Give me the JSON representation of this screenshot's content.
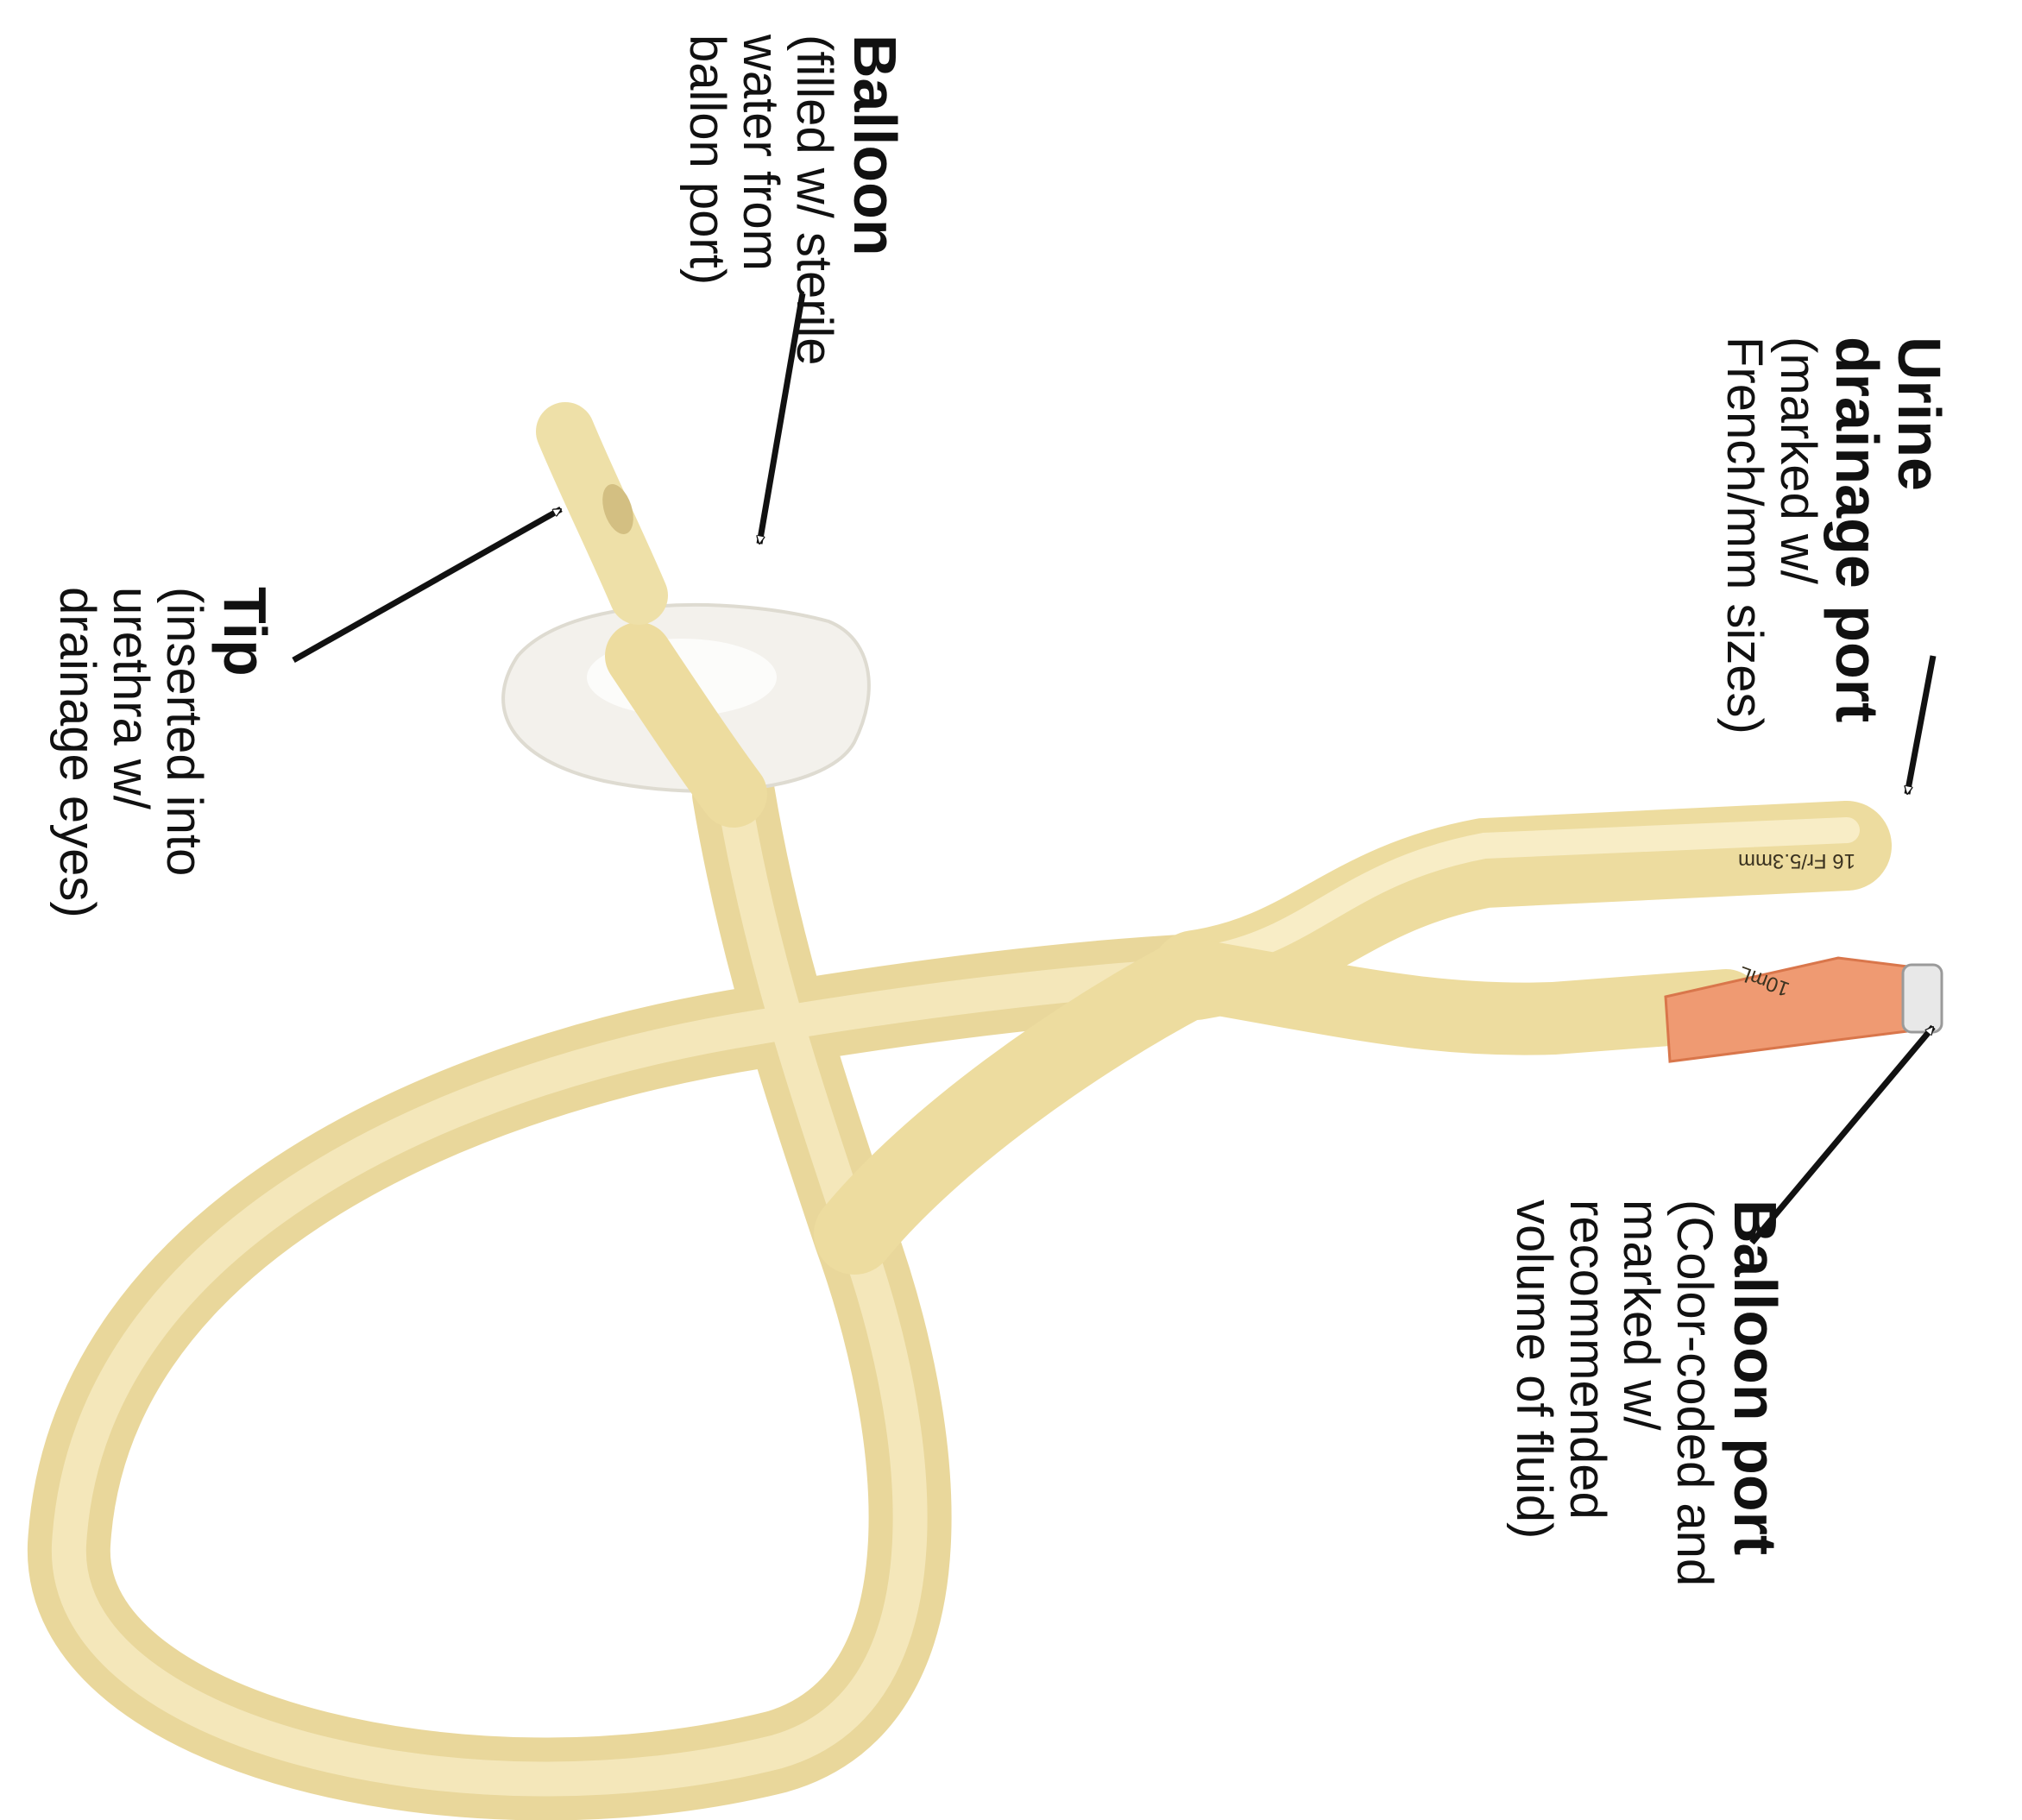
{
  "labels": {
    "urine_port": {
      "title": [
        "Urine",
        "drainage port"
      ],
      "body": [
        "(marked w/",
        "French/mm sizes)"
      ]
    },
    "balloon": {
      "title": [
        "Balloon"
      ],
      "body": [
        "(filled w/ sterile",
        "water from",
        "ballon port)"
      ]
    },
    "tip": {
      "title": [
        "Tip"
      ],
      "body": [
        "(inserted into",
        "urethra w/",
        "drainage eyes)"
      ]
    },
    "balloon_port": {
      "title": [
        "Balloon port"
      ],
      "body": [
        "(Color-coded and",
        "marked w/",
        "recommended",
        "volume of fluid)"
      ]
    }
  },
  "catheter_markings": {
    "size": "16 Fr/5.3mm",
    "volume": "10mL"
  },
  "colors": {
    "tube": "#f2e2a8",
    "balloon": "#f3f1ec",
    "valve": "#ef9a72"
  }
}
